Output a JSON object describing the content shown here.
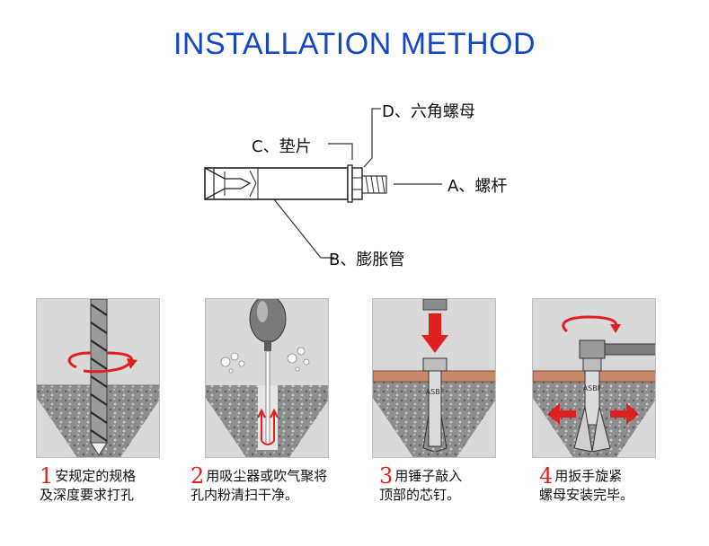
{
  "title": "INSTALLATION METHOD",
  "parts": {
    "d": "D、六角螺母",
    "c": "C、垫片",
    "a": "A、螺杆",
    "b": "B、膨胀管"
  },
  "steps": [
    {
      "number": "1",
      "line1": "安规定的规格",
      "line2": "及深度要求打孔"
    },
    {
      "number": "2",
      "line1": "用吸尘器或吹气聚将",
      "line2": "孔内粉清扫干净。"
    },
    {
      "number": "3",
      "line1": "用锤子敲入",
      "line2": "顶部的芯钉。"
    },
    {
      "number": "4",
      "line1": "用扳手旋紧",
      "line2": "螺母安装完毕。"
    }
  ],
  "stamp": "ASBF",
  "colors": {
    "title": "#1646c8",
    "step_number": "#e02020",
    "arrow": "#e02020",
    "concrete": "#8d8d8d",
    "wood_layer": "#c98a6b",
    "panel_bg": "#d9d9d9"
  },
  "icons": [
    "drill-bit-icon",
    "rotation-arrow-icon",
    "blower-bulb-icon",
    "dust-icon",
    "airflow-arrow-icon",
    "hammer-icon",
    "down-arrow-icon",
    "wrench-icon",
    "expansion-arrow-icon"
  ]
}
